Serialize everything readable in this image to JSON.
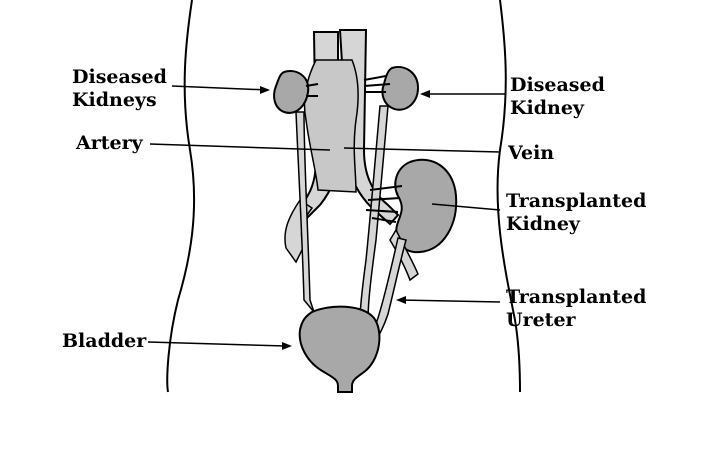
{
  "labels": {
    "diseased_kidneys_left": [
      "Diseased",
      "Kidneys"
    ],
    "diseased_kidney_right": [
      "Diseased",
      "Kidney"
    ],
    "artery": "Artery",
    "vein": "Vein",
    "transplanted_kidney": [
      "Transplanted",
      "Kidney"
    ],
    "transplanted_ureter": [
      "Transplanted",
      "Ureter"
    ],
    "bladder": "Bladder"
  },
  "colors": {
    "ink": "#000000",
    "organ_fill": "#a8a8a8",
    "vessel_fill": "#d6d6d6",
    "background": "#ffffff"
  }
}
